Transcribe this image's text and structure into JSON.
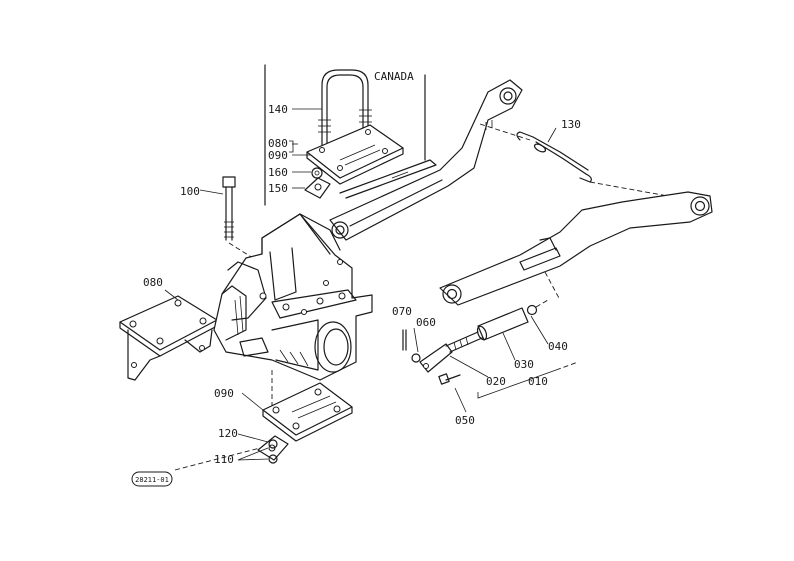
{
  "diagram": {
    "region_label": "CANADA",
    "code": "28211-01",
    "labels": {
      "p140": "140",
      "p080a": "080",
      "p090a": "090",
      "p160": "160",
      "p150": "150",
      "p100": "100",
      "p080b": "080",
      "p090b": "090",
      "p120": "120",
      "p110": "110",
      "p130": "130",
      "p070": "070",
      "p060": "060",
      "p020": "020",
      "p030": "030",
      "p010": "010",
      "p040": "040",
      "p050": "050"
    }
  }
}
